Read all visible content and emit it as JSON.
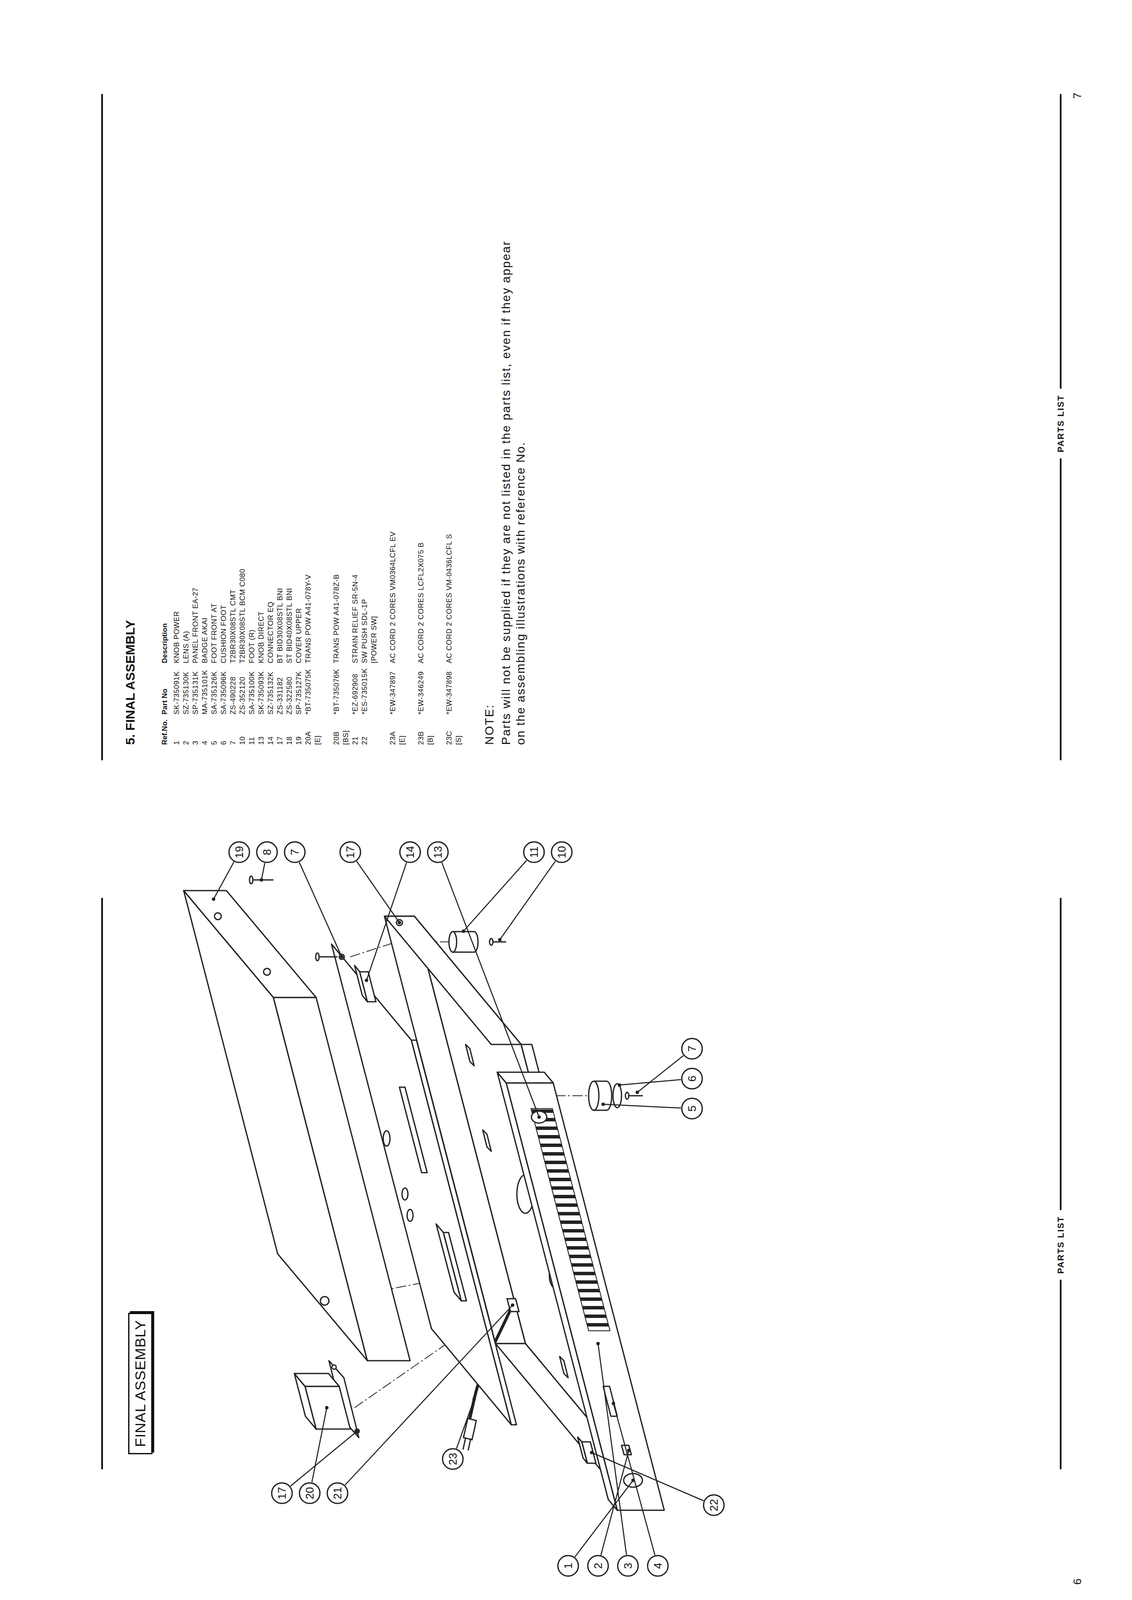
{
  "diagram": {
    "title": "FINAL ASSEMBLY",
    "labels": [
      "1",
      "2",
      "3",
      "4",
      "22",
      "17",
      "20",
      "21",
      "23",
      "19",
      "8",
      "7",
      "17",
      "14",
      "13",
      "11",
      "10",
      "5",
      "6",
      "7",
      "PARTS LIST",
      "6",
      "5. FINAL ASSEMBLY",
      "Ref.No.",
      "Part No",
      "Description",
      "1",
      "SK-735091K",
      "KNOB POWER",
      "2",
      "SZ-735130K",
      "LENS (A)",
      "3",
      "SP-735131K",
      "PANEL FRONT EA-27",
      "4",
      "MA-735101K",
      "BADGE AKAI",
      "5",
      "SA-735126K",
      "FOOT FRONT AT",
      "6",
      "SA-735096K",
      "CUSHION FOOT",
      "7",
      "ZS-490228",
      "T2BR30X08STL CMT",
      "10",
      "ZS-352120",
      "T2BR30X08STL BCM C080",
      "11",
      "SA-735100K",
      "FOOT (R)",
      "13",
      "SK-735093K",
      "KNOB DIRECT",
      "14",
      "SZ-735132K",
      "CONNECTOR EQ",
      "17",
      "ZS-331182",
      "BT BID30X08STL BNI",
      "18",
      "ZS-322580",
      "ST BID40X08STL BNI",
      "19",
      "SP-735127K",
      "COVER UPPER",
      "20A",
      "*BT-735075K",
      "TRANS POW A41-078Y-V",
      "[E]",
      "20B",
      "*BT-735076K",
      "TRANS POW A41-078Z-B",
      "[BS]",
      "21",
      "*EZ-692908",
      "STRAIN RELIEF SR-5N-4",
      "22",
      "*ES-735015K",
      "SW PUSH SDL-1P",
      "[POWER SW]",
      "23A",
      "*EW-347897",
      "AC CORD 2 CORES VM0364LCFL EV",
      "[E]",
      "23B",
      "*EW-346249",
      "AC CORD 2 CORES LCFL2X075 B",
      "[B]",
      "23C",
      "*EW-347898",
      "AC CORD 2 CORES VM-0436LCFL S",
      "[S]",
      "NOTE:",
      "Parts will not be supplied if they are not listed in the parts list, even if they appear on the assembling illustrations with reference No.",
      "PARTS LIST",
      "7"
    ]
  }
}
